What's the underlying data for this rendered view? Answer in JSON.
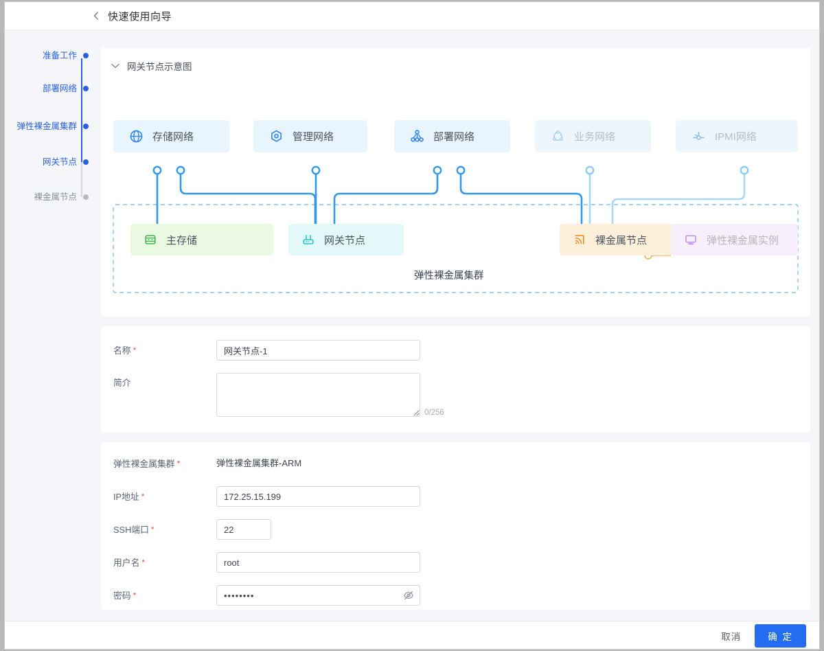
{
  "header": {
    "back_icon": "chevron-left-icon",
    "title": "快速使用向导"
  },
  "steps": {
    "items": [
      {
        "label": "准备工作",
        "state": "active"
      },
      {
        "label": "部署网络",
        "state": "active"
      },
      {
        "label": "弹性裸金属集群",
        "state": "active"
      },
      {
        "label": "网关节点",
        "state": "active"
      },
      {
        "label": "裸金属节点",
        "state": "inactive"
      }
    ],
    "active_color": "#2b5fe3",
    "inactive_color": "#b6bac2"
  },
  "diagram": {
    "section_title": "网关节点示意图",
    "chevron_icon": "chevron-down-icon",
    "networks": [
      {
        "label": "存储网络",
        "icon": "globe-icon",
        "dim": false
      },
      {
        "label": "管理网络",
        "icon": "hexagon-target-icon",
        "dim": false
      },
      {
        "label": "部署网络",
        "icon": "share-nodes-icon",
        "dim": false
      },
      {
        "label": "业务网络",
        "icon": "service-cloud-icon",
        "dim": true
      },
      {
        "label": "IPMI网络",
        "icon": "ipmi-port-icon",
        "dim": true
      }
    ],
    "nodes": [
      {
        "label": "主存储",
        "icon": "database-icon",
        "color": "#3cb54a"
      },
      {
        "label": "网关节点",
        "icon": "router-icon",
        "color": "#21c7d6"
      },
      {
        "label": "裸金属节点",
        "icon": "signal-icon",
        "color": "#f08a24"
      },
      {
        "label": "弹性裸金属实例",
        "icon": "monitor-icon",
        "color": "#c08de8"
      }
    ],
    "cluster_caption": "弹性裸金属集群"
  },
  "basic_form": {
    "fields": [
      {
        "label": "名称",
        "required": true,
        "value": "网关节点-1",
        "placeholder": ""
      },
      {
        "label": "简介",
        "required": false,
        "value": "",
        "placeholder": ""
      }
    ],
    "textarea_counter": "0/256"
  },
  "connection_form": {
    "cluster": {
      "label": "弹性裸金属集群",
      "required": true,
      "value": "弹性裸金属集群-ARM"
    },
    "fields": [
      {
        "label": "IP地址",
        "required": true,
        "value": "172.25.15.199",
        "placeholder": ""
      },
      {
        "label": "SSH端口",
        "required": true,
        "value": "22",
        "placeholder": ""
      },
      {
        "label": "用户名",
        "required": true,
        "value": "root",
        "placeholder": ""
      },
      {
        "label": "密码",
        "required": true,
        "value": "••••••••",
        "placeholder": ""
      }
    ],
    "password_toggle_icon": "eye-off-icon"
  },
  "footer": {
    "cancel_label": "取消",
    "confirm_label": "确 定",
    "confirm_color": "#246cf0"
  }
}
